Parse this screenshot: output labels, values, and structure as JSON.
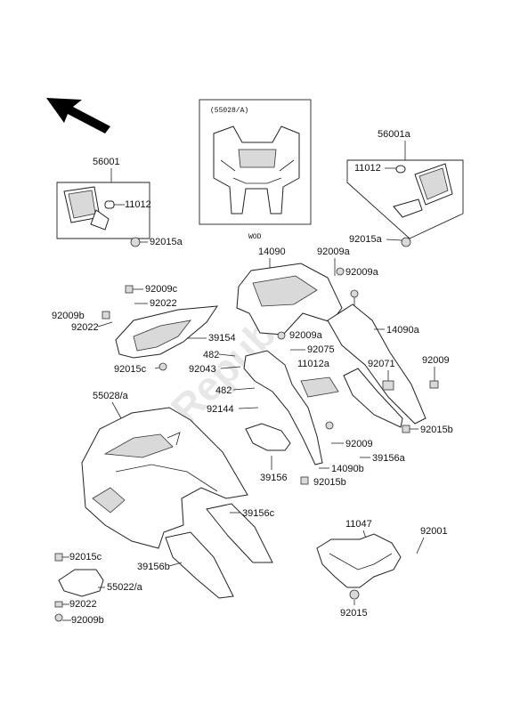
{
  "inset_label": "(55028/A)",
  "inset_tag": "WOD",
  "watermark": "PartsRepublik",
  "labels": {
    "p56001": "56001",
    "p11012_left": "11012",
    "p92015a_left": "92015a",
    "p56001a": "56001a",
    "p11012_right": "11012",
    "p92015a_right": "92015a",
    "p14090": "14090",
    "p92009a_top": "92009a",
    "p92009a_2": "92009a",
    "p92009c": "92009c",
    "p92022_top": "92022",
    "p92009b_top": "92009b",
    "p92022_mid": "92022",
    "p39154": "39154",
    "p14090a": "14090a",
    "p92009a_3": "92009a",
    "p92075": "92075",
    "p482_a": "482",
    "p92043": "92043",
    "p11012a": "11012a",
    "p92071": "92071",
    "p92009_right": "92009",
    "p92015c_top": "92015c",
    "p55028a": "55028/a",
    "p482_b": "482",
    "p92144": "92144",
    "p92015b_right": "92015b",
    "p92009_mid": "92009",
    "p39156a": "39156a",
    "p39156": "39156",
    "p14090b": "14090b",
    "p92015b_bottom": "92015b",
    "p39156c": "39156c",
    "p11047": "11047",
    "p92001": "92001",
    "p92015c_bottom": "92015c",
    "p39156b": "39156b",
    "p55022a": "55022/a",
    "p92022_bottom": "92022",
    "p92015": "92015",
    "p92009b_bottom": "92009b"
  }
}
